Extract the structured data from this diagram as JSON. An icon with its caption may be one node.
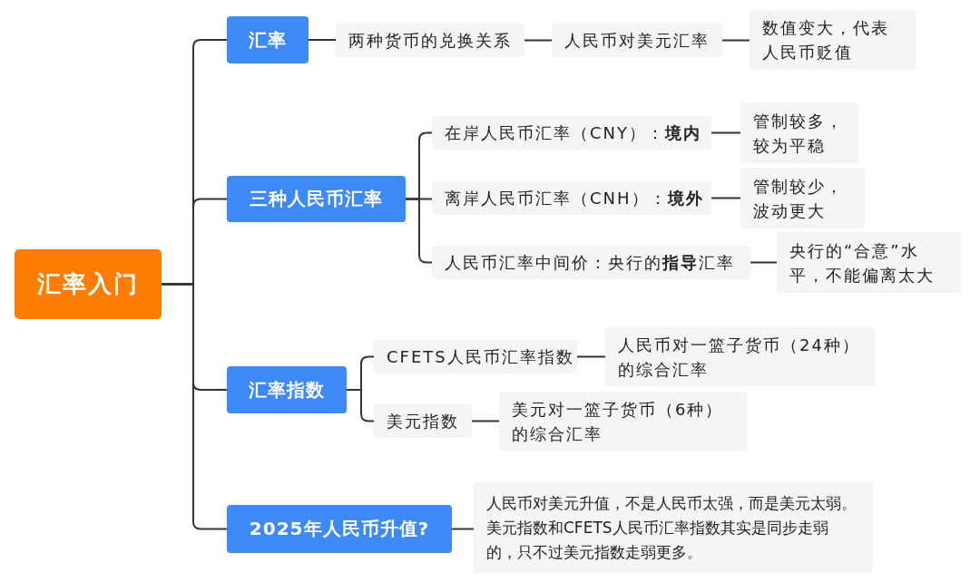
{
  "diagram": {
    "nodes": [
      {
        "text": [
          "汇率入门"
        ]
      },
      {
        "text": [
          "汇率"
        ]
      },
      {
        "text": [
          "两种货币的兑换关系"
        ]
      },
      {
        "text": [
          "人民币对美元汇率"
        ]
      },
      {
        "text": [
          "数值变大，代表人民币贬值"
        ]
      },
      {
        "text": [
          "三种人民币汇率"
        ]
      },
      {
        "text": [
          "在岸人民币汇率（CNY）：**境内**"
        ]
      },
      {
        "text": [
          "管制较多，较为平稳"
        ]
      },
      {
        "text": [
          "离岸人民币汇率（CNH）：**境外**"
        ]
      },
      {
        "text": [
          "管制较少，波动更大"
        ]
      },
      {
        "text": [
          "人民币汇率中间价：央行的**指导**汇率"
        ]
      },
      {
        "text": [
          "央行的“合意”水平，不能偏离太大"
        ]
      },
      {
        "text": [
          "汇率指数"
        ]
      },
      {
        "text": [
          "CFETS人民币汇率指数"
        ]
      },
      {
        "text": [
          "人民币对一篮子货币（24种）的综合汇率"
        ]
      },
      {
        "text": [
          "美元指数"
        ]
      },
      {
        "text": [
          "美元对一篮子货币（6种）的综合汇率"
        ]
      },
      {
        "text": [
          "2025年人民币升值?"
        ]
      },
      {
        "text": [
          "人民币对美元升值，不是人民币太强，而是美元太弱。美元指数和CFETS人民币汇率指数其实是同步走弱的，只不过美元指数走弱更多。"
        ]
      }
    ],
    "edges": [
      {
        "from": 0,
        "to": 1,
        "arrow": "none"
      },
      {
        "from": 0,
        "to": 5,
        "arrow": "none"
      },
      {
        "from": 0,
        "to": 12,
        "arrow": "none"
      },
      {
        "from": 0,
        "to": 17,
        "arrow": "none"
      },
      {
        "from": 1,
        "to": 2,
        "arrow": "none"
      },
      {
        "from": 2,
        "to": 3,
        "arrow": "none"
      },
      {
        "from": 3,
        "to": 4,
        "arrow": "none"
      },
      {
        "from": 5,
        "to": 6,
        "arrow": "none"
      },
      {
        "from": 5,
        "to": 8,
        "arrow": "none"
      },
      {
        "from": 5,
        "to": 10,
        "arrow": "none"
      },
      {
        "from": 6,
        "to": 7,
        "arrow": "none"
      },
      {
        "from": 8,
        "to": 9,
        "arrow": "none"
      },
      {
        "from": 10,
        "to": 11,
        "arrow": "none"
      },
      {
        "from": 12,
        "to": 13,
        "arrow": "none"
      },
      {
        "from": 12,
        "to": 15,
        "arrow": "none"
      },
      {
        "from": 13,
        "to": 14,
        "arrow": "none"
      },
      {
        "from": 15,
        "to": 16,
        "arrow": "none"
      },
      {
        "from": 17,
        "to": 18,
        "arrow": "none"
      }
    ]
  }
}
